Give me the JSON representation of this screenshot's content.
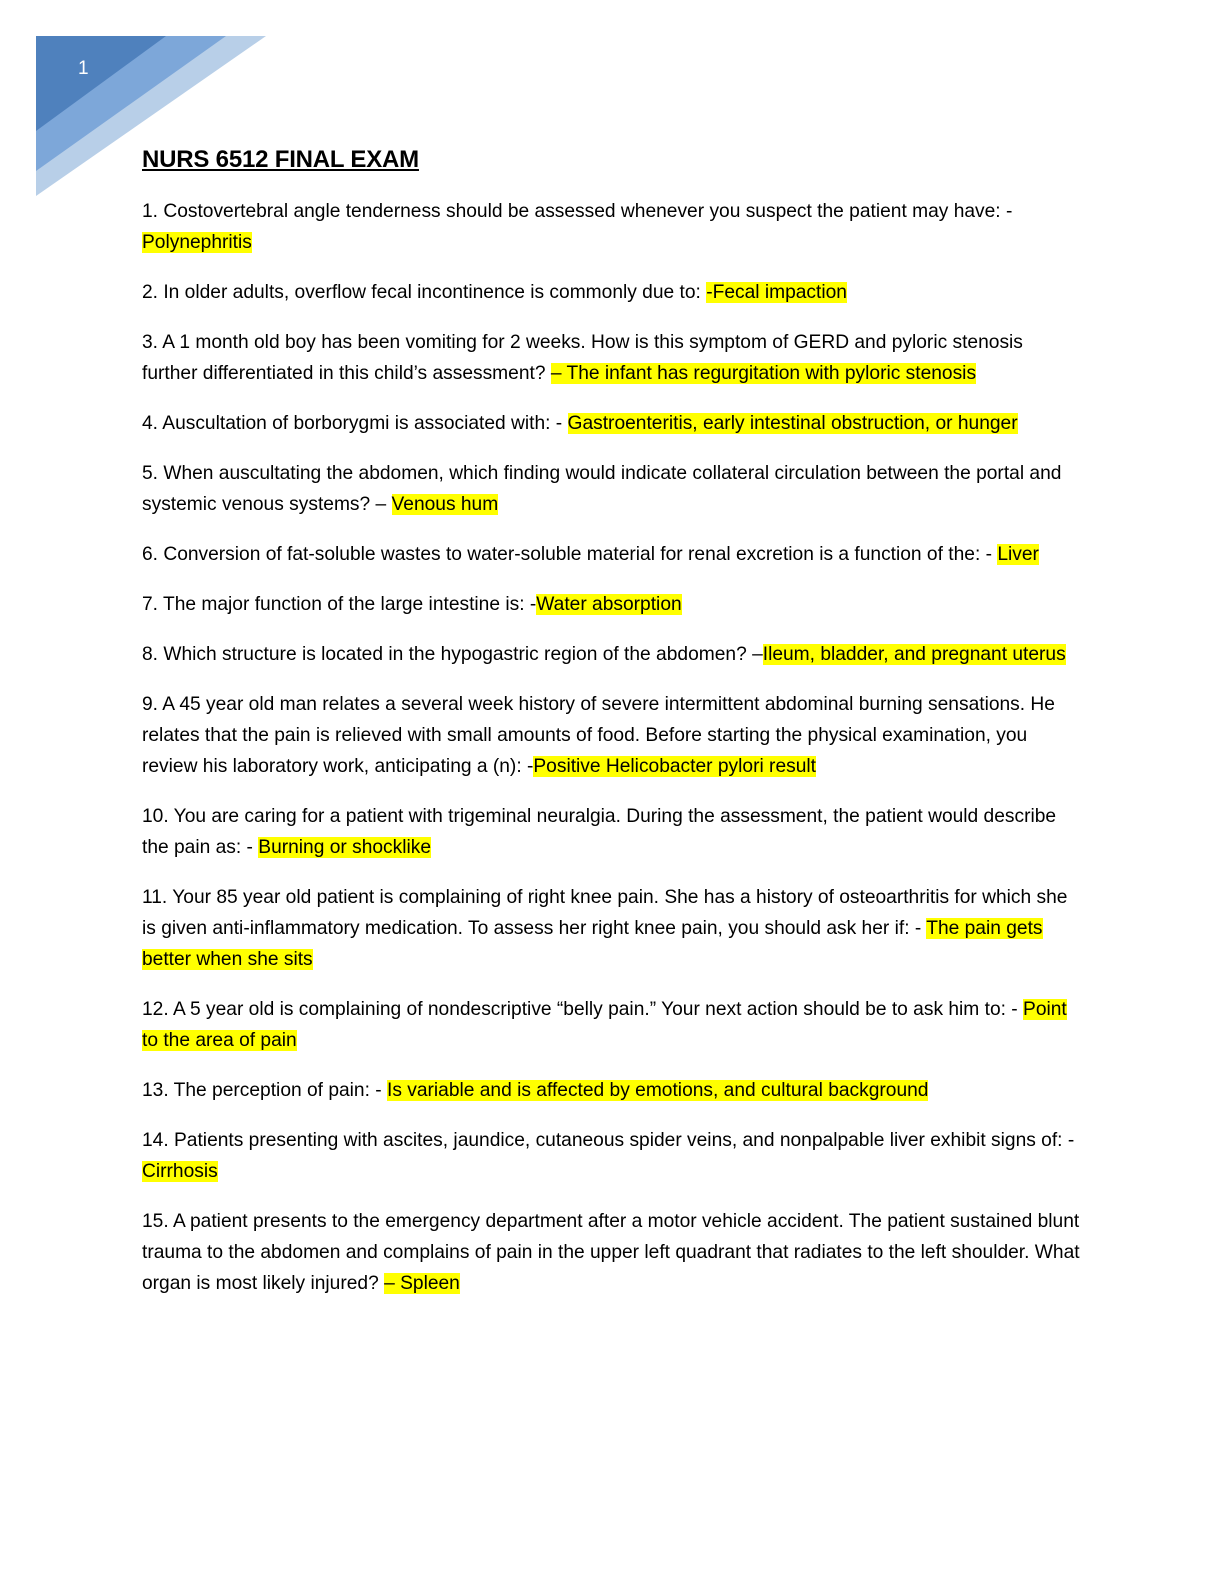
{
  "page": {
    "number": "1",
    "title": "NURS 6512 FINAL EXAM",
    "accent_colors": {
      "dark_blue": "#4f81bd",
      "mid_blue": "#7da7d9",
      "light_blue": "#b8cfe8",
      "highlight": "#ffff00"
    }
  },
  "questions": [
    {
      "prompt": "1. Costovertebral angle tenderness should be assessed whenever you suspect the patient may have: -",
      "answer": "Polynephritis"
    },
    {
      "prompt": "2. In older adults, overflow fecal incontinence is commonly due to: ",
      "answer": "-Fecal impaction"
    },
    {
      "prompt": "3. A 1 month old boy has been vomiting for 2 weeks. How is this symptom of GERD and pyloric stenosis further differentiated in this child’s assessment? ",
      "answer": "– The infant has regurgitation with pyloric stenosis"
    },
    {
      "prompt": "4. Auscultation of borborygmi is associated with: - ",
      "answer": "Gastroenteritis, early intestinal obstruction, or hunger"
    },
    {
      "prompt": "5. When auscultating the abdomen, which finding would indicate collateral circulation between the portal and systemic venous systems? – ",
      "answer": "Venous hum"
    },
    {
      "prompt": "6. Conversion of fat-soluble wastes to water-soluble material for renal excretion is a function of the: - ",
      "answer": "Liver"
    },
    {
      "prompt": "7. The major function of the large intestine is: -",
      "answer": "Water absorption"
    },
    {
      "prompt": "8. Which structure is located in the hypogastric region of the abdomen? –",
      "answer": "Ileum, bladder, and pregnant uterus"
    },
    {
      "prompt": "9. A 45 year old man relates a several week history of severe intermittent abdominal burning sensations. He relates that the pain is relieved with small amounts of food. Before starting the physical examination, you review his laboratory work, anticipating a (n): -",
      "answer": "Positive Helicobacter pylori result"
    },
    {
      "prompt": "10. You are caring for a patient with trigeminal neuralgia. During the assessment, the patient would describe the pain as: - ",
      "answer": "Burning or shocklike"
    },
    {
      "prompt": "11. Your 85 year old patient is complaining of right knee pain. She has a history of osteoarthritis for which she is given anti-inflammatory medication. To assess her right knee pain, you should ask her if: - ",
      "answer": "The pain gets better when she sits"
    },
    {
      "prompt": "12. A 5 year old is complaining of nondescriptive “belly pain.” Your next action should be to ask him to: - ",
      "answer": "Point to the area of pain"
    },
    {
      "prompt": "13. The perception of pain: - ",
      "answer": "Is variable and is affected by emotions, and cultural background"
    },
    {
      "prompt": "14. Patients presenting with ascites, jaundice, cutaneous spider veins, and nonpalpable liver exhibit signs of: - ",
      "answer": "Cirrhosis"
    },
    {
      "prompt": "15. A patient presents to the emergency department after a motor vehicle accident. The patient sustained blunt trauma to the abdomen and complains of pain in the upper left quadrant that radiates to the left shoulder. What organ is most likely injured? ",
      "answer": "– Spleen"
    }
  ]
}
